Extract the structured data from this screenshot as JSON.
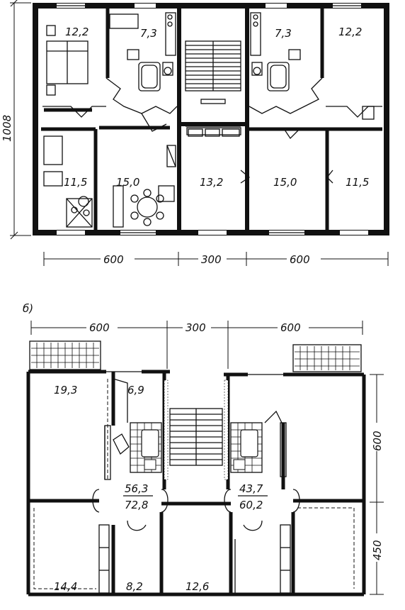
{
  "plan_a": {
    "rooms": {
      "left_bedroom": "12,2",
      "left_kitchen": "7,3",
      "right_kitchen": "7,3",
      "right_bedroom": "12,2",
      "left_small_room": "11,5",
      "left_living": "15,0",
      "mid_room": "13,2",
      "right_living": "15,0",
      "right_small_room": "11,5"
    },
    "dims": {
      "height": "1008",
      "left": "600",
      "mid": "300",
      "right": "600"
    }
  },
  "plan_b": {
    "label": "б)",
    "rooms": {
      "top_left_room": "19,3",
      "kitchen": "6,9",
      "bottom_left_room": "14,4",
      "bottom_mid_room": "8,2",
      "bottom_right_room": "12,6",
      "area_left_top": "56,3",
      "area_left_bottom": "72,8",
      "area_right_top": "43,7",
      "area_right_bottom": "60,2"
    },
    "dims": {
      "left": "600",
      "mid": "300",
      "right": "600",
      "side_top": "600",
      "side_bottom": "450"
    }
  }
}
